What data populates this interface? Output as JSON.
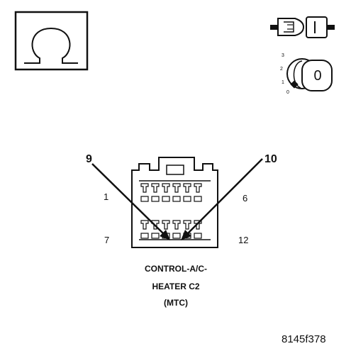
{
  "meter_icon": {
    "name": "ohmmeter-symbol-icon",
    "symbol": "Ω"
  },
  "connector_icon": {
    "name": "disconnected-connector-icon"
  },
  "ignition_icon": {
    "name": "ignition-key-off-icon",
    "positions": [
      "3",
      "2",
      "1",
      "0"
    ],
    "key_label": "0"
  },
  "connector": {
    "pin_top_left": "1",
    "pin_top_right": "6",
    "pin_bottom_left": "7",
    "pin_bottom_right": "12",
    "callout_left": "9",
    "callout_right": "10",
    "caption_line1": "CONTROL-A/C-",
    "caption_line2": "HEATER C2",
    "caption_line3": "(MTC)"
  },
  "figure_id": "8145f378",
  "colors": {
    "ink": "#111111",
    "background": "#ffffff"
  }
}
